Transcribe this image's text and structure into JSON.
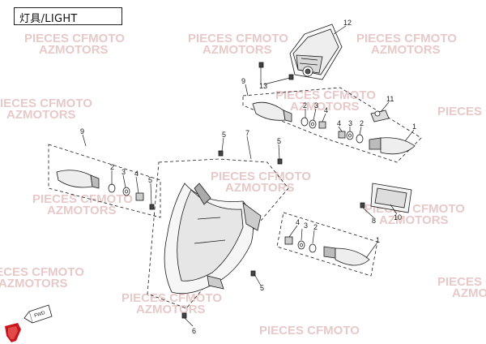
{
  "diagram": {
    "title": "灯具/LIGHT",
    "fwd_label": "FWD",
    "watermark_line1": "PIECES CFMOTO",
    "watermark_line2": "AZMOTORS",
    "callouts": {
      "c12": "12",
      "c9_top": "9",
      "c13": "13",
      "c2_top": "2",
      "c3_top": "3",
      "c4_top": "4",
      "c11": "11",
      "c1_top": "1",
      "c9_left": "9",
      "c2_left": "2",
      "c3_left": "3",
      "c4_left": "4",
      "c5_left": "5",
      "c5_mid": "5",
      "c7": "7",
      "c5_right": "5",
      "c4_bot": "4",
      "c3_bot": "3",
      "c2_bot": "2",
      "c1_bot": "1",
      "c8": "8",
      "c10": "10",
      "c5_bottom": "5",
      "c6": "6"
    },
    "colors": {
      "line": "#1a1a1a",
      "watermark": "#e7c9c9",
      "logo": "#c8161d"
    }
  }
}
